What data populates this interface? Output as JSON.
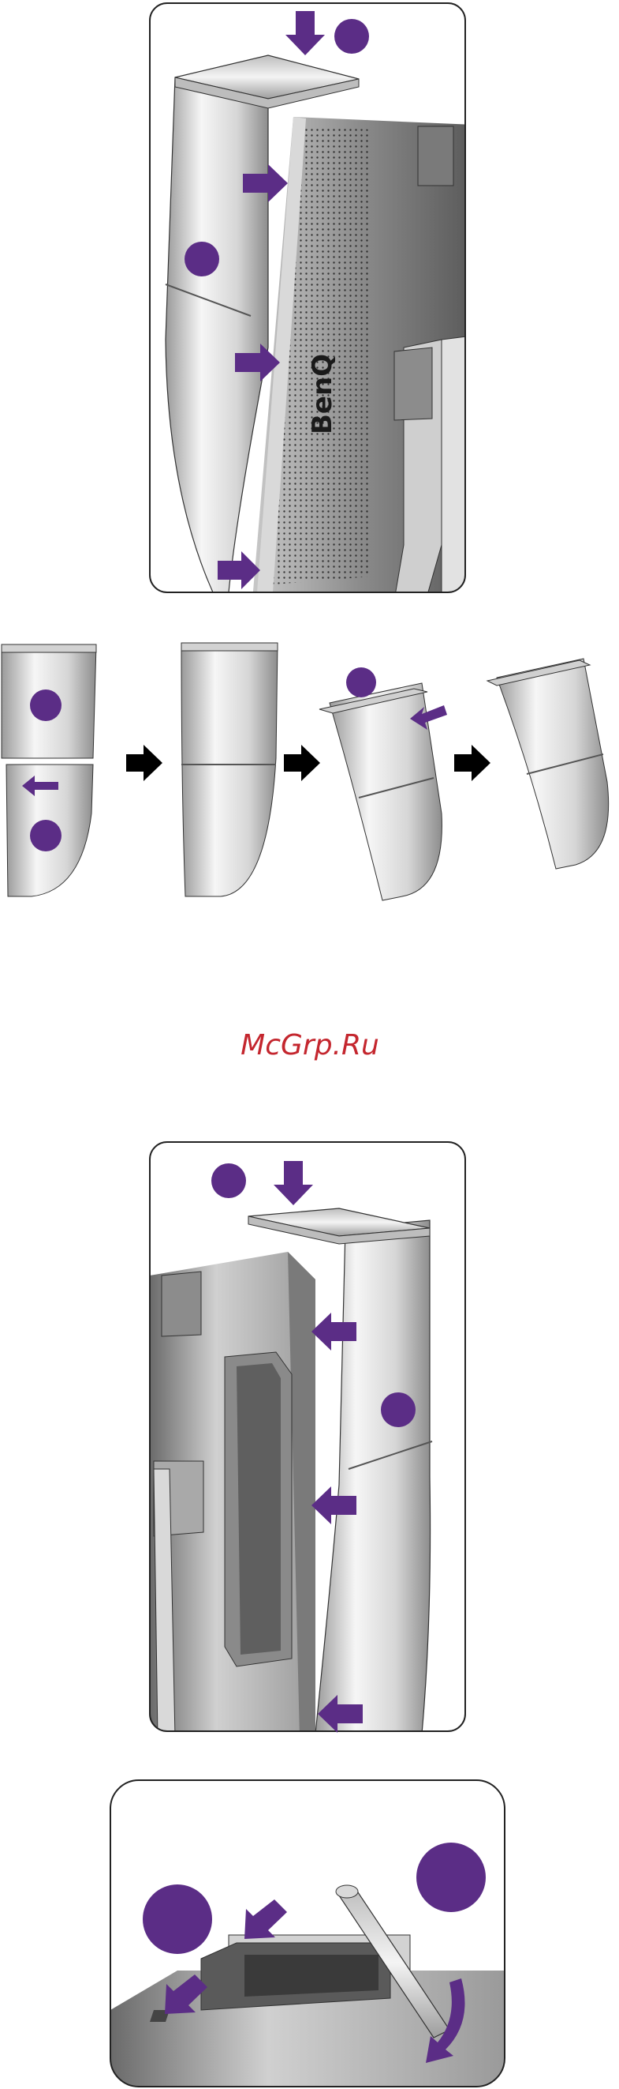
{
  "watermark": "McGrp.Ru",
  "logo": "BenQ",
  "colors": {
    "accent": "#5b2d86",
    "arrow_black": "#000000",
    "frame_stroke": "#222222",
    "hood_light": "#f4f4f4",
    "hood_dark": "#a9a9a9",
    "monitor_dark": "#6e6e6e"
  },
  "panels": [
    {
      "id": "panel-1",
      "name": "attach-side-hood-right"
    },
    {
      "id": "panel-2",
      "name": "assemble-hood-sequence"
    },
    {
      "id": "panel-3",
      "name": "attach-side-hood-left"
    },
    {
      "id": "panel-4",
      "name": "attach-top-hood"
    }
  ]
}
